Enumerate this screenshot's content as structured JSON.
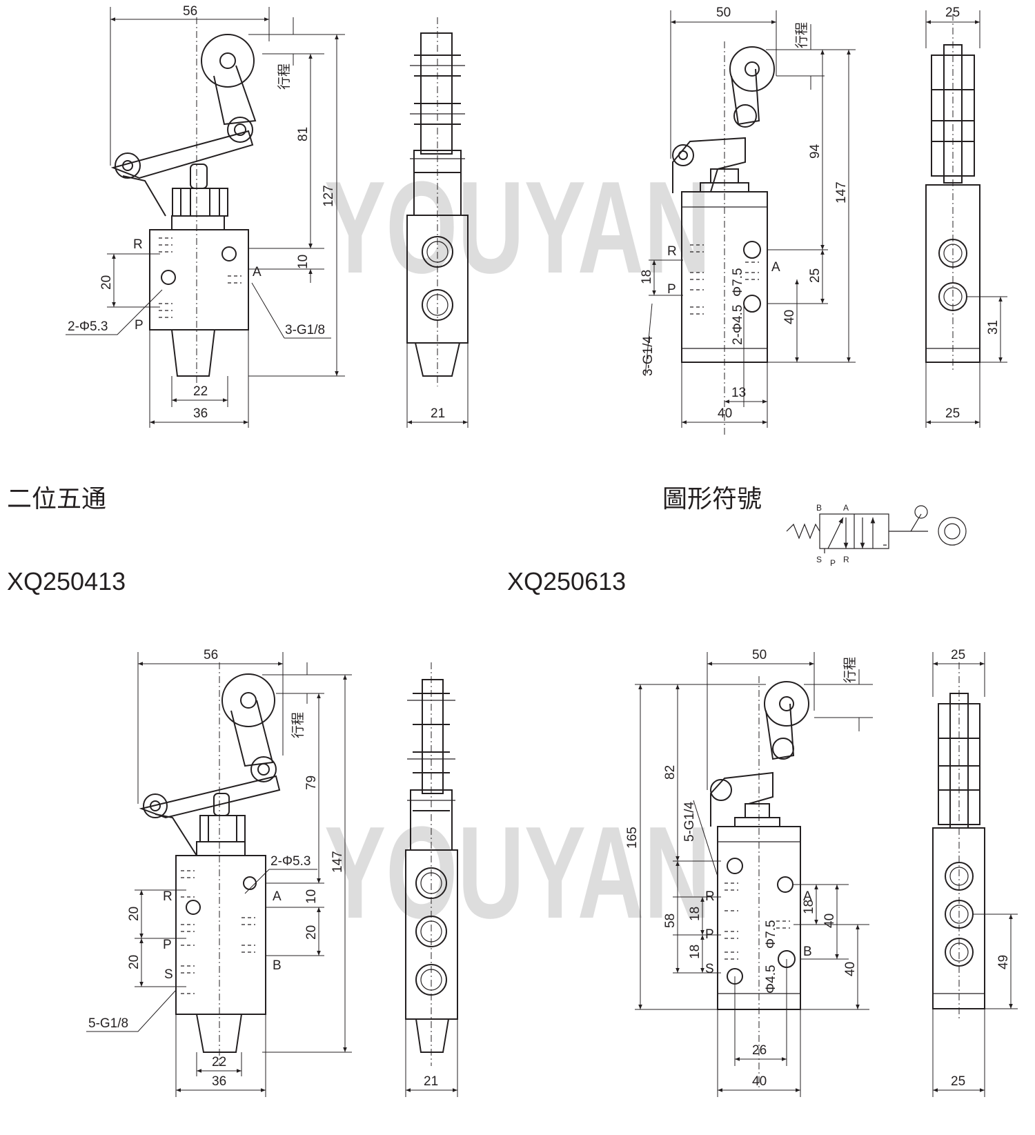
{
  "watermark": "YOUYAN",
  "captions": {
    "section_title": "二位五通",
    "symbol_title": "圖形符號",
    "model_left": "XQ250413",
    "model_right": "XQ250613"
  },
  "symbol_ports": {
    "b": "B",
    "a": "A",
    "s": "S",
    "p": "P",
    "r": "R"
  },
  "views": {
    "top_left": {
      "width": "56",
      "stroke": "行程",
      "d81": "81",
      "d127": "127",
      "d10": "10",
      "d20": "20",
      "port_r": "R",
      "port_a": "A",
      "port_p": "P",
      "holes": "2-Φ5.3",
      "thread": "3-G1/8",
      "d22": "22",
      "d36": "36"
    },
    "top_side_left": {
      "d21": "21"
    },
    "top_right": {
      "width": "50",
      "stroke": "行程",
      "d94": "94",
      "d147": "147",
      "d25": "25",
      "d40": "40",
      "d18": "18",
      "port_r": "R",
      "port_a": "A",
      "port_p": "P",
      "phi75": "Φ7.5",
      "holes": "2-Φ4.5",
      "thread": "3-G1/4",
      "d13": "13",
      "d40w": "40"
    },
    "top_side_right": {
      "d25t": "25",
      "d31": "31",
      "d25b": "25"
    },
    "bottom_left": {
      "width": "56",
      "stroke": "行程",
      "d79": "79",
      "d147": "147",
      "holes": "2-Φ5.3",
      "d10": "10",
      "d20a": "20",
      "d20b": "20",
      "d20c": "20",
      "port_r": "R",
      "port_a": "A",
      "port_p": "P",
      "port_b": "B",
      "port_s": "S",
      "thread": "5-G1/8",
      "d22": "22",
      "d36": "36"
    },
    "bottom_side_left": {
      "d21": "21"
    },
    "bottom_right": {
      "width": "50",
      "stroke": "行程",
      "d165": "165",
      "d82": "82",
      "thread": "5-G1/4",
      "d58": "58",
      "d18a": "18",
      "d18b": "18",
      "d18c": "18",
      "d40a": "40",
      "d40b": "40",
      "phi75": "Φ7.5",
      "phi45": "Φ4.5",
      "port_r": "R",
      "port_p": "P",
      "port_s": "S",
      "port_a": "A",
      "port_b": "B",
      "d26": "26",
      "d40w": "40"
    },
    "bottom_side_right": {
      "d25t": "25",
      "d49": "49",
      "d25b": "25"
    }
  }
}
